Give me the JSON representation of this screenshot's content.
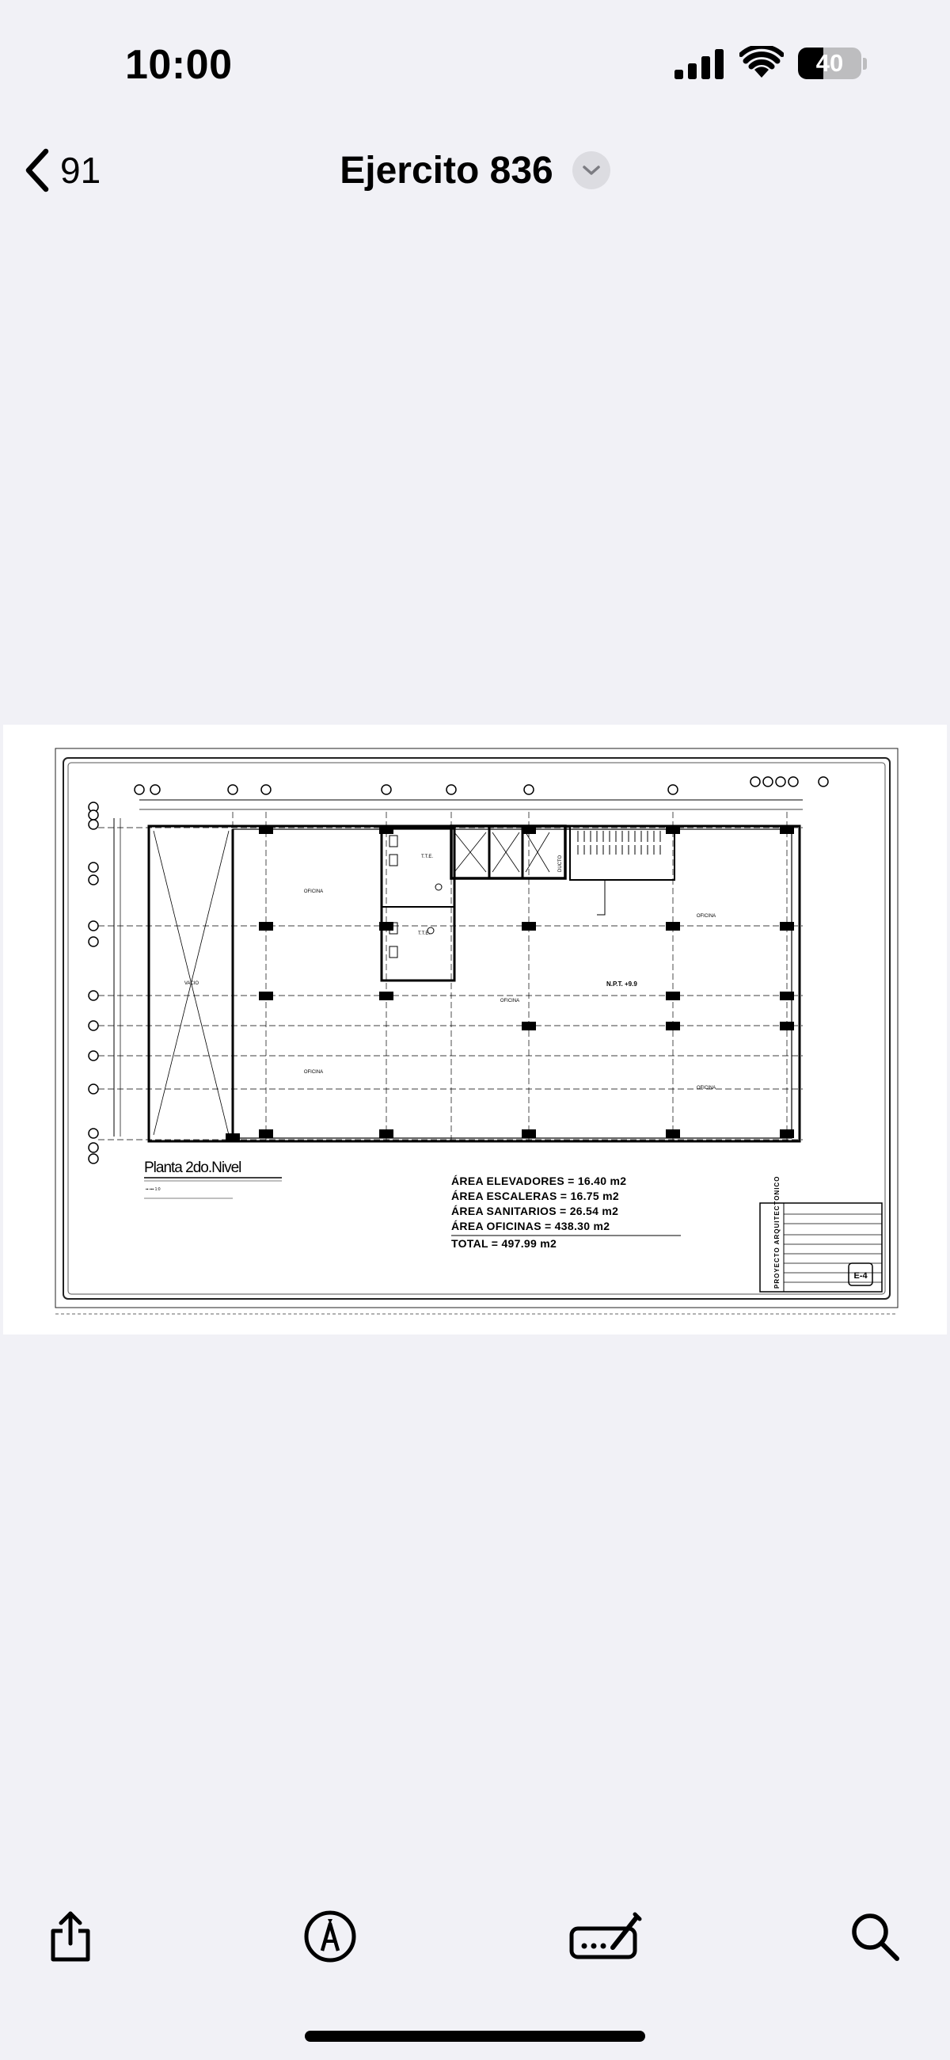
{
  "status_bar": {
    "time": "10:00",
    "battery_level": "40",
    "battery_fraction": 0.4
  },
  "nav": {
    "back_count": "91",
    "title": "Ejercito 836"
  },
  "drawing": {
    "plan_title": "Planta 2do.Nivel",
    "areas": [
      "ÁREA ELEVADORES = 16.40 m2",
      "ÁREA ESCALERAS = 16.75 m2",
      "ÁREA SANITARIOS = 26.54 m2",
      "ÁREA OFICINAS = 438.30 m2"
    ],
    "total": "TOTAL = 497.99 m2",
    "labels": {
      "vacio": "VACIO",
      "oficina": "OFICINA",
      "npt": "N.P.T. +9.9",
      "wc_top": "T.T.E.",
      "wc_bottom": "T.T.E.",
      "ducto": "DUCTO"
    },
    "title_block": {
      "vertical_text": "PROYECTO ARQUITECTONICO",
      "sheet": "E-4"
    }
  },
  "toolbar": {
    "share": "share-icon",
    "markup": "markup-icon",
    "signature": "signature-icon",
    "search": "search-icon"
  },
  "colors": {
    "background": "#f1f1f6",
    "text": "#000000",
    "chevron_bg": "#dcdce1"
  }
}
